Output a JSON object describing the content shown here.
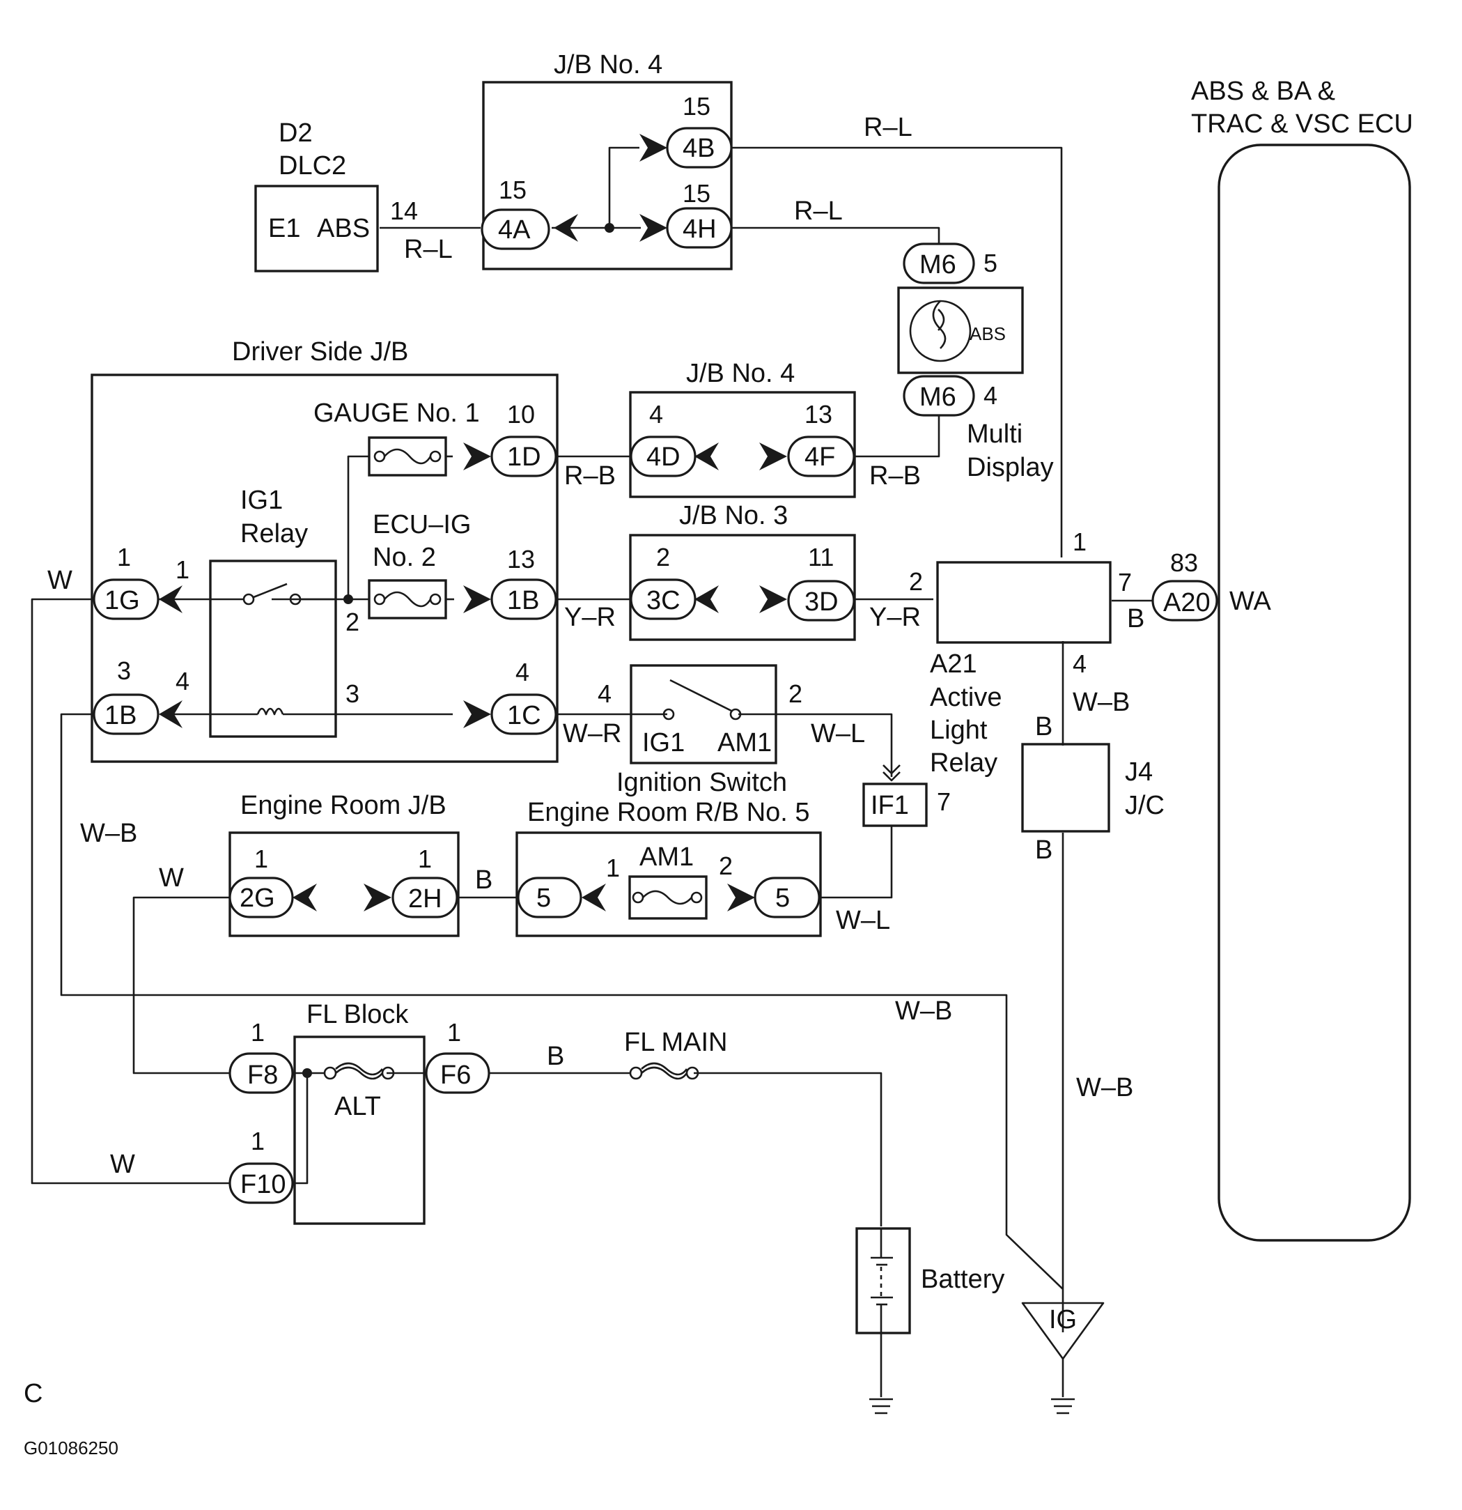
{
  "components": {
    "dlc2": {
      "ref": "D2",
      "name": "DLC2",
      "pin_left": "E1",
      "pin_right": "ABS",
      "pin_no": "14",
      "wire": "R–L"
    },
    "jb4_top": {
      "title": "J/B No. 4",
      "c4a": "4A",
      "c4a_pin": "15",
      "c4b": "4B",
      "c4b_pin": "15",
      "c4h": "4H",
      "c4h_pin": "15"
    },
    "ecu": {
      "title_line1": "ABS & BA &",
      "title_line2": "TRAC & VSC ECU",
      "terminal": "WA"
    },
    "multi_display": {
      "connector": "M6",
      "pin_top": "5",
      "pin_bottom": "4",
      "lamp": "ABS",
      "name_line1": "Multi",
      "name_line2": "Display"
    },
    "driver_jb": {
      "title": "Driver Side J/B",
      "gauge_fuse_line1": "GAUGE No. 1",
      "ecu_fuse_line1": "ECU–IG",
      "ecu_fuse_line2": "No. 2",
      "relay_line1": "IG1",
      "relay_line2": "Relay",
      "c1d": "1D",
      "c1d_pin": "10",
      "c1b_right": "1B",
      "c1b_right_pin": "13",
      "c1g": "1G",
      "c1g_pin": "1",
      "c1b_left": "1B",
      "c1b_left_pin": "3",
      "c1c": "1C",
      "c1c_pin": "4",
      "relay_pin1": "1",
      "relay_pin2": "2",
      "relay_pin3": "3",
      "relay_pin4": "4"
    },
    "jb4_mid": {
      "title": "J/B No. 4",
      "c4d": "4D",
      "c4d_pin": "4",
      "c4f": "4F",
      "c4f_pin": "13"
    },
    "jb3": {
      "title": "J/B No. 3",
      "c3c": "3C",
      "c3c_pin": "2",
      "c3d": "3D",
      "c3d_pin": "11"
    },
    "relay_a21": {
      "ref": "A21",
      "line1": "Active",
      "line2": "Light",
      "line3": "Relay",
      "pin1": "1",
      "pin2": "2",
      "pin4": "4",
      "pin7": "7"
    },
    "a20": {
      "connector": "A20",
      "pin": "83"
    },
    "ignition_switch": {
      "name": "Ignition Switch",
      "left": "IG1",
      "right": "AM1",
      "pin_left": "4",
      "pin_right": "2"
    },
    "if1": {
      "connector": "IF1",
      "pin": "7"
    },
    "j4": {
      "ref": "J4",
      "name": "J/C",
      "top": "B",
      "bottom": "B"
    },
    "engine_jb": {
      "title": "Engine Room J/B",
      "c2g": "2G",
      "c2g_pin": "1",
      "c2h": "2H",
      "c2h_pin": "1"
    },
    "engine_rb5": {
      "title": "Engine Room R/B No. 5",
      "fuse": "AM1",
      "left": "5",
      "right": "5",
      "pin_left": "1",
      "pin_right": "2"
    },
    "fl_block": {
      "title": "FL Block",
      "fuse": "ALT",
      "f8": "F8",
      "f8_pin": "1",
      "f6": "F6",
      "f6_pin": "1",
      "f10": "F10",
      "f10_pin": "1"
    },
    "fl_main": {
      "label": "FL MAIN"
    },
    "battery": {
      "label": "Battery"
    },
    "ground_ig": {
      "label": "IG"
    }
  },
  "wires": {
    "r_l": "R–L",
    "r_b": "R–B",
    "y_r": "Y–R",
    "w_r": "W–R",
    "w_l": "W–L",
    "w_b": "W–B",
    "w": "W",
    "b": "B"
  },
  "footer": {
    "corner": "C",
    "figure_id": "G01086250"
  }
}
